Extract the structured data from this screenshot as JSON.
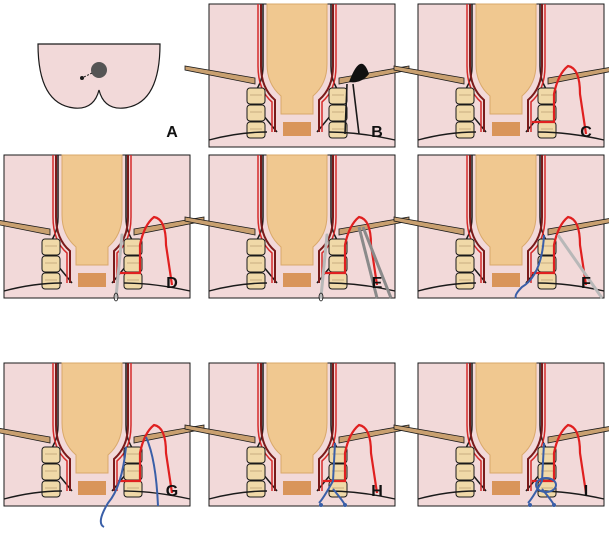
{
  "panels": [
    {
      "label": "A",
      "kind": "overview"
    },
    {
      "label": "B",
      "kind": "seton-probe"
    },
    {
      "label": "C",
      "kind": "tract"
    },
    {
      "label": "D",
      "kind": "tract-probe"
    },
    {
      "label": "E",
      "kind": "tract-probe-forceps"
    },
    {
      "label": "F",
      "kind": "suture-probe"
    },
    {
      "label": "G",
      "kind": "suture-pull"
    },
    {
      "label": "H",
      "kind": "seton-placed"
    },
    {
      "label": "I",
      "kind": "seton-knotted"
    }
  ],
  "colors": {
    "background": "#f2d9d9",
    "rectum": "#f0c890",
    "rectum_edge": "#d9a86a",
    "wall_dark": "#7a1a1a",
    "wall_red": "#d42a2a",
    "sphincter": "#f0d9a8",
    "anal_floor": "#d9955a",
    "fistula": "#e02020",
    "suture": "#3a5fa8",
    "probe": "#b8b8b8",
    "instrument": "#8a8a8a",
    "outline": "#1a1a1a"
  }
}
